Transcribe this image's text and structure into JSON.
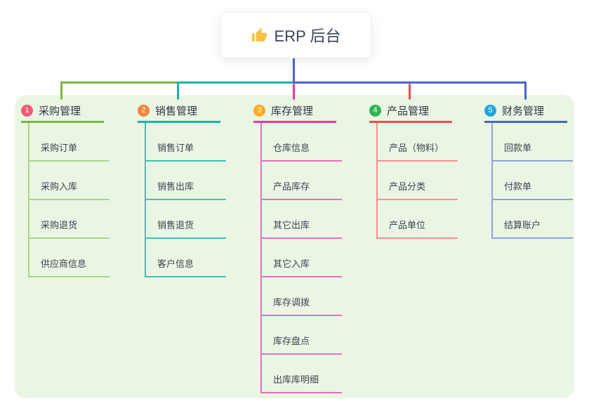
{
  "root": {
    "title": "ERP 后台",
    "icon": "thumbs-up-icon",
    "icon_color": "#f6c344"
  },
  "connector": {
    "root_stem_color": "#4c5ed1"
  },
  "panel": {
    "background": "#eaf6e4"
  },
  "branches": [
    {
      "badge": "1",
      "label": "采购管理",
      "color": "#7cb83f",
      "light": "#a9d48e",
      "badge_color": "#f35a73",
      "children": [
        "采购订单",
        "采购入库",
        "采购退货",
        "供应商信息"
      ]
    },
    {
      "badge": "2",
      "label": "销售管理",
      "color": "#14b7ab",
      "light": "#3ec1b4",
      "badge_color": "#f6833e",
      "children": [
        "销售订单",
        "销售出库",
        "销售退货",
        "客户信息"
      ]
    },
    {
      "badge": "3",
      "label": "库存管理",
      "color": "#e43aa1",
      "light": "#f06bbb",
      "badge_color": "#fbab21",
      "children": [
        "仓库信息",
        "产品库存",
        "其它出库",
        "其它入库",
        "库存调拨",
        "库存盘点",
        "出库库明细"
      ]
    },
    {
      "badge": "4",
      "label": "产品管理",
      "color": "#f24d50",
      "light": "#f78f91",
      "badge_color": "#2eb553",
      "children": [
        "产品（物料）",
        "产品分类",
        "产品单位"
      ]
    },
    {
      "badge": "5",
      "label": "财务管理",
      "color": "#4366d2",
      "light": "#8fa0da",
      "badge_color": "#21a6de",
      "children": [
        "回款单",
        "付款单",
        "结算账户"
      ]
    }
  ]
}
